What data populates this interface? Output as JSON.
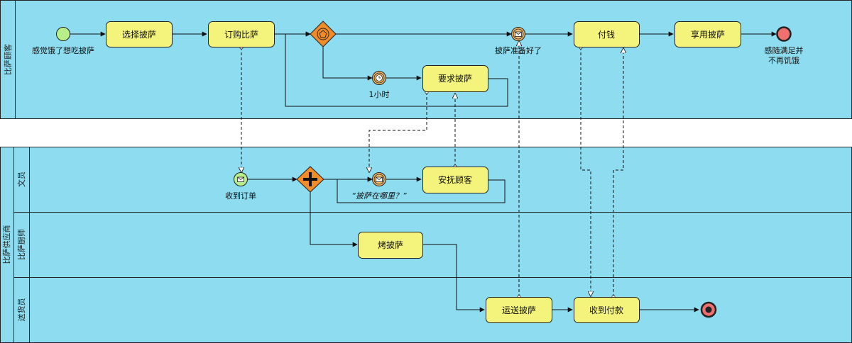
{
  "pool_customer": {
    "label": "比萨顾客"
  },
  "pool_supplier": {
    "label": "比萨供应商",
    "lanes": {
      "clerk": "文员",
      "chef": "比萨厨师",
      "delivery": "送货员"
    }
  },
  "tasks": {
    "choose_pizza": "选择披萨",
    "order_pizza": "订购比萨",
    "ask_pizza": "要求披萨",
    "pay": "付钱",
    "eat_pizza": "享用披萨",
    "calm_customer": "安抚顾客",
    "bake_pizza": "烤披萨",
    "deliver_pizza": "运送披萨",
    "receive_payment": "收到付款"
  },
  "events": {
    "start_hungry": "感觉饿了想吃披萨",
    "pizza_ready": "披萨准备好了",
    "one_hour": "1小时",
    "end_satisfied_1": "感随满足并",
    "end_satisfied_2": "不再饥饿",
    "order_received": "收到订单",
    "where_pizza": "“披萨在哪里？”"
  },
  "colors": {
    "pool_fill": "#8ddcef",
    "task_fill": "#f4f47c",
    "gateway_fill": "#f28c28",
    "start_fill": "#b9ef8a",
    "end_fill": "#f07070",
    "intermediate_fill": "#f0b86a",
    "stroke": "#222222"
  }
}
